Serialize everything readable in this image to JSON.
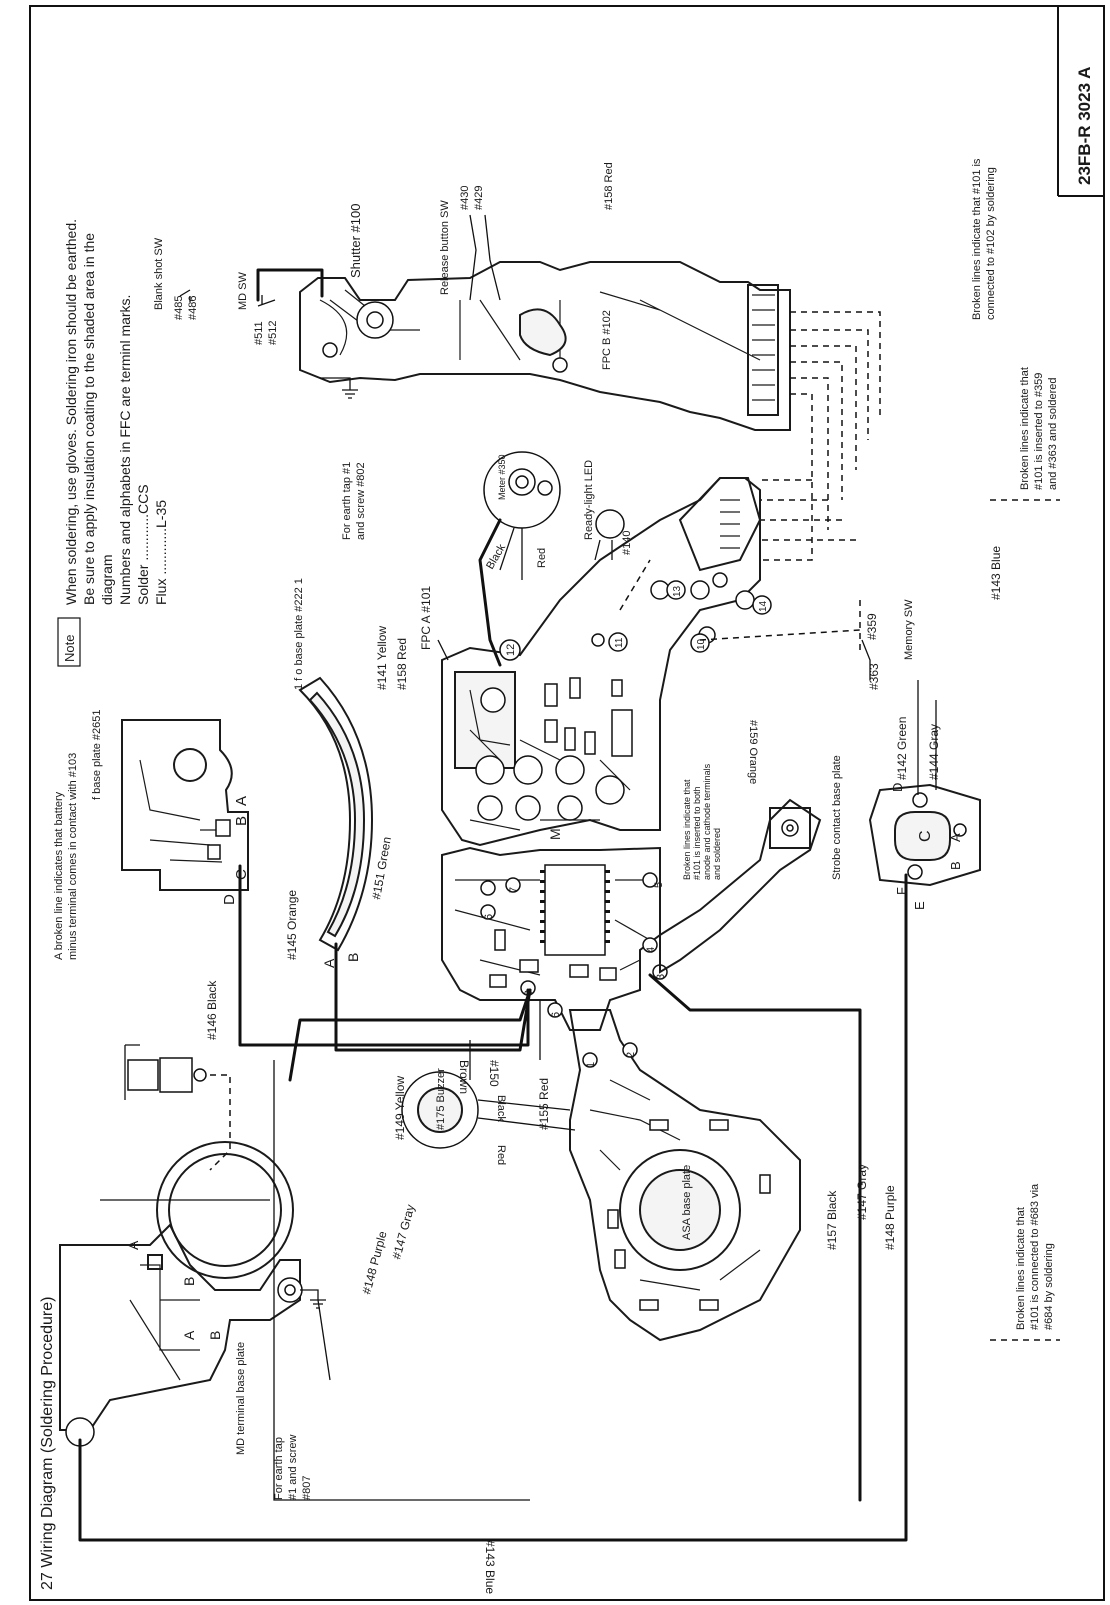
{
  "header": {
    "doc_number": "23FB-R 3023 A",
    "section_title": "27 Wiring Diagram  (Soldering Procedure)"
  },
  "note": {
    "label": "Note",
    "line1": "When soldering, use gloves.  Soldering iron should be earthed.",
    "line2": "Be sure to apply insulation coating to the shaded area in the",
    "line3": "diagram",
    "line4": "Numbers and alphabets in FFC are terminl marks.",
    "line5": "Solder ............CCS",
    "line6": "Flux   ............L-35"
  },
  "labels": {
    "blank_shot_sw": "Blank shot SW",
    "sw_485": "#485",
    "sw_486": "#486",
    "md_sw": "MD SW",
    "sw_511": "#511",
    "sw_512": "#512",
    "shutter": "Shutter #100",
    "release_sw": "Release button SW",
    "sw_430": "#430",
    "sw_429": "#429",
    "fpc_b": "FPC B #102",
    "earth_tap1_l1": "For earth tap #1",
    "earth_tap1_l2": "and screw #802",
    "meter": "Meter #350",
    "ready_light": "Ready-light LED",
    "led_140": "#140",
    "black": "Black",
    "red": "Red",
    "fpc_a": "FPC A #101",
    "wire_141": "#141 Yellow",
    "wire_158": "#158 Red",
    "base_plate_2221": "1 f o base plate #222 1",
    "base_plate_2651": "f base plate #2651",
    "batt_note_l1": "A broken line indicates that battery",
    "batt_note_l2": "minus terminal comes in contact with #103",
    "wire_151": "#151 Green",
    "wire_145": "#145 Orange",
    "wire_146": "#146 Black",
    "wire_150": "#150",
    "brown": "Brown",
    "wire_149": "#149 Yellow",
    "wire_155": "#155 Red",
    "buzzer": "#175 Buzzer",
    "asa": "ASA base plate",
    "wire_148_purple": "#148 Purple",
    "wire_147_gray": "#147 Gray",
    "wire_157": "#157 Black",
    "wire_147": "#147 Gray",
    "wire_148": "#148 Purple",
    "wire_143": "#143 Blue",
    "md_terminal": "MD terminal base plate",
    "earth_tap2_l1": "For earth tap",
    "earth_tap2_l2": "#1 and screw",
    "earth_tap2_l3": "#807",
    "wire_159": "#159 Orange",
    "memory_sw": "Memory SW",
    "sw_359": "#359",
    "sw_363": "#363",
    "wire_142": "#142 Green",
    "wire_144": "#144 Gray",
    "strobe": "Strobe contact base plate",
    "wire_143_blue": "#143 Blue",
    "fpca_note_l1": "Broken lines indicate that",
    "fpca_note_l2": "#101 is inserted to both",
    "fpca_note_l3": "anode and cathode terminals",
    "fpca_note_l4": "and soldered",
    "note_r1_l1": "Broken lines indicate that #101 is",
    "note_r1_l2": "connected to #102 by soldering",
    "note_r2_l1": "Broken lines indicate that",
    "note_r2_l2": "#101 is inserted to #359",
    "note_r2_l3": "and #363 and soldered",
    "note_r3_l1": "Broken lines indicate that",
    "note_r3_l2": "#101 is connected to #683 via",
    "note_r3_l3": "#684 by soldering",
    "wire_158_red": "#158 Red"
  },
  "terminals": {
    "A": "A",
    "B": "B",
    "C": "C",
    "D": "D",
    "E": "E",
    "F": "F",
    "M": "M",
    "n1": "1",
    "n2": "2",
    "n3": "3",
    "n4": "4",
    "n5": "5",
    "n6": "6",
    "n7": "7",
    "n9": "9",
    "n10": "10",
    "n11": "11",
    "n12": "12",
    "n13": "13",
    "n14": "14"
  }
}
